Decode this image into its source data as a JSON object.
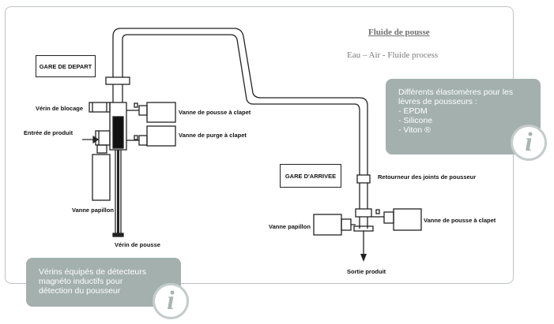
{
  "title": "Fluide de pousse",
  "subtitle": "Eau – Air - Fluide process",
  "boxes": {
    "depart": "GARE DE DEPART",
    "arrivee": "GARE D'ARRIVEE"
  },
  "labels": {
    "verin_blocage": "Vérin de blocage",
    "entree_produit": "Entrée de produit",
    "vanne_pousse_clapet_top": "Vanne de pousse à clapet",
    "vanne_purge_clapet": "Vanne de purge à clapet",
    "vanne_papillon_left": "Vanne papillon",
    "verin_pousse": "Vérin de pousse",
    "retourneur": "Retourneur des joints de pousseur",
    "vanne_papillon_right": "Vanne papillon",
    "vanne_pousse_clapet_right": "Vanne de pousse à clapet",
    "sortie_produit": "Sortie produit"
  },
  "info_right": {
    "lines": [
      "Différents élastomères pour les",
      "lèvres de pousseurs :",
      "- EPDM",
      "- Silicone",
      "- Viton ®"
    ],
    "icon": "i"
  },
  "info_left": {
    "lines": [
      "Vérins équipés de détecteurs",
      "magnéto inductifs pour",
      "détection du pousseur"
    ],
    "icon": "i"
  }
}
